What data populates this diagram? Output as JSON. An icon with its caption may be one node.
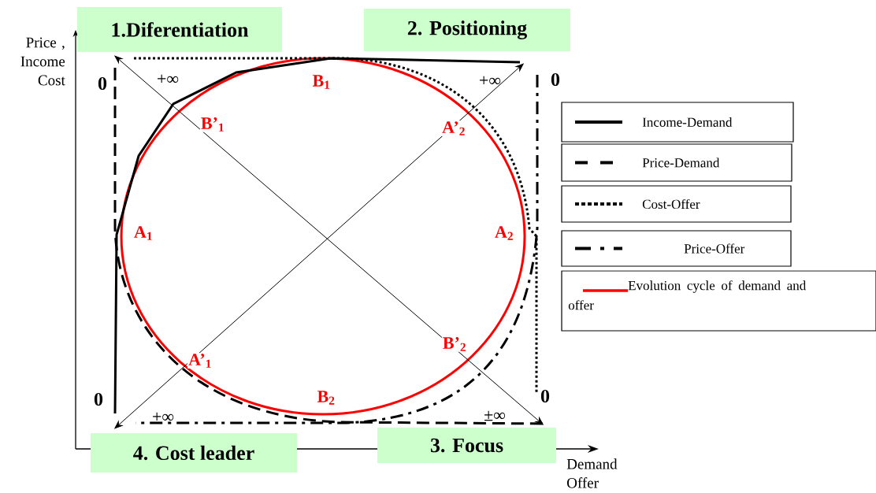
{
  "diagram": {
    "nodes": [
      {
        "text": [
          "1.Diferentiation"
        ]
      },
      {
        "text": [
          "2. Positioning"
        ]
      },
      {
        "text": [
          "4. Cost leader"
        ]
      },
      {
        "text": [
          "3. Focus"
        ]
      }
    ],
    "edges": [
      {
        "from": 0,
        "to": 3,
        "arrow": "both"
      },
      {
        "from": 2,
        "to": 1,
        "arrow": "both"
      }
    ],
    "labels": [
      "Price , Income Cost",
      "0",
      "+∞",
      "B$_{1}$",
      "+∞",
      "0",
      "B’$_{1}$",
      "A’$_{2}$",
      "A$_{1}$",
      "A$_{2}$",
      "A’$_{1}$",
      "B’$_{2}$",
      "0",
      "B$_{2}$",
      "0",
      "+∞",
      "±∞",
      "Demand Offer"
    ],
    "legend": [
      {
        "text": "Income-Demand"
      },
      {
        "text": "Price-Demand"
      },
      {
        "text": "Cost-Offer"
      },
      {
        "text": "Price-Offer"
      },
      {
        "text": "Evolution cycle of demand and offer"
      }
    ]
  }
}
